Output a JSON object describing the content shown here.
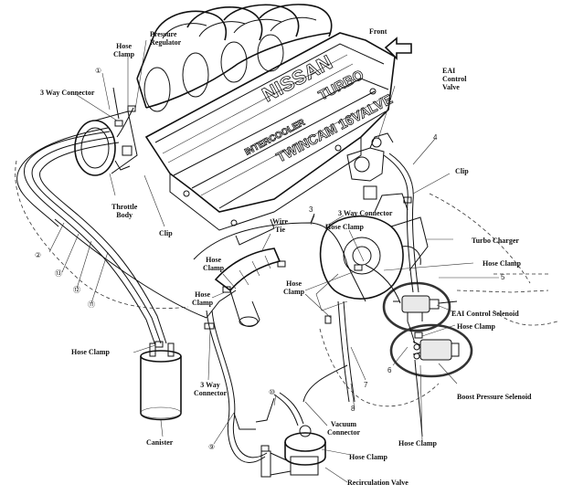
{
  "diagram": {
    "engine_lettering": {
      "brand": "NISSAN",
      "turbo": "TURBO",
      "intercooler": "INTERCOOLER",
      "twincam": "TWINCAM 16VALVE"
    },
    "labels": {
      "front": "Front",
      "pressure_regulator": "Pressure\nRegulator",
      "hose_clamp_top": "Hose\nClamp",
      "three_way_connector_left": "3 Way Connector",
      "eai_control_valve": "EAI\nControl\nValve",
      "clip_right": "Clip",
      "throttle_body": "Throttle\nBody",
      "clip_bottom": "Clip",
      "wire_tie": "Wire\nTie",
      "three_way_connector_mid": "3 Way Connector",
      "hose_clamp_mid": "Hose Clamp",
      "turbo_charger": "Turbo Charger",
      "hose_clamp_right": "Hose Clamp",
      "hose_clamp_left_upper": "Hose\nClamp",
      "hose_clamp_left_lower": "Hose\nClamp",
      "hose_clamp_center": "Hose\nClamp",
      "eai_control_selenoid": "EAI Control Selenoid",
      "hose_clamp_selenoid": "Hose Clamp",
      "hose_clamp_canister": "Hose Clamp",
      "boost_pressure_selenoid": "Boost Pressure Selenoid",
      "three_way_connector_bottom": "3 Way\nConnector",
      "vacuum_connector": "Vacuum\nConnector",
      "canister": "Canister",
      "hose_clamp_bottom_mid": "Hose Clamp",
      "hose_clamp_bottom_right": "Hose Clamp",
      "recirculation_valve": "Recirculation Valve"
    },
    "callout_numbers": {
      "n1": "①",
      "n2": "②",
      "n3": "3",
      "n4": "4",
      "n5": "5",
      "n6": "6",
      "n7": "7",
      "n8": "8",
      "n9": "⑨",
      "n10": "⑩",
      "n11": "⑪",
      "n12": "⑫",
      "n13": "⑬"
    }
  }
}
